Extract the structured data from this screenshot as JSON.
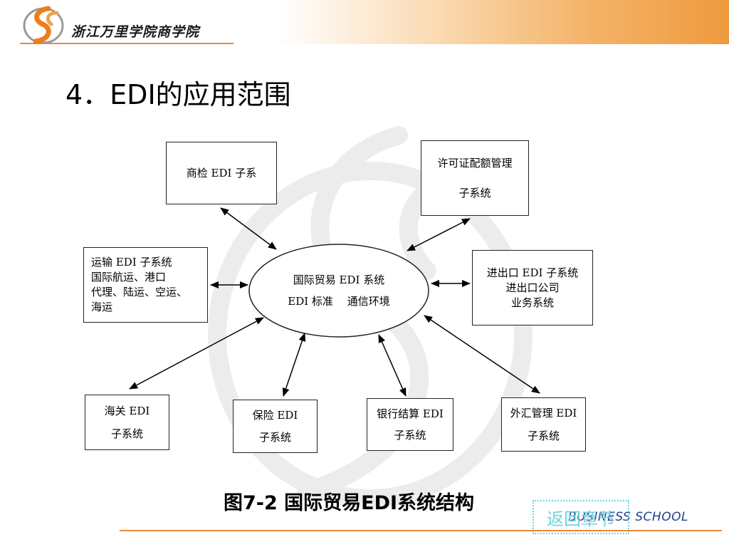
{
  "header": {
    "school_name": "浙江万里学院商学院",
    "accent_color": "#ef9a3e",
    "logo_icon": "school-swirl-logo-icon"
  },
  "slide": {
    "title": "4．EDI的应用范围"
  },
  "diagram": {
    "center": {
      "line1": "国际贸易 EDI 系统",
      "line2": "EDI 标准　 通信环境"
    },
    "nodes": {
      "inspection": [
        "商检 EDI 子系"
      ],
      "license": [
        "许可证配额管理",
        "子系统"
      ],
      "transport": [
        "运输 EDI 子系统",
        "国际航运、港口",
        "代理、陆运、空运、",
        "海运"
      ],
      "import_export": [
        "进出口 EDI 子系统",
        "进出口公司",
        "业务系统"
      ],
      "customs": [
        "海关 EDI",
        "子系统"
      ],
      "insurance": [
        "保险 EDI",
        "子系统"
      ],
      "bank": [
        "银行结算 EDI",
        "子系统"
      ],
      "forex": [
        "外汇管理 EDI",
        "子系统"
      ]
    },
    "caption": "图7-2  国际贸易EDI系统结构"
  },
  "footer": {
    "back_label": "返回章节",
    "school_label": "BUSINESS SCHOOL",
    "accent_color": "#e8893a",
    "link_color": "#6fd4e0"
  }
}
